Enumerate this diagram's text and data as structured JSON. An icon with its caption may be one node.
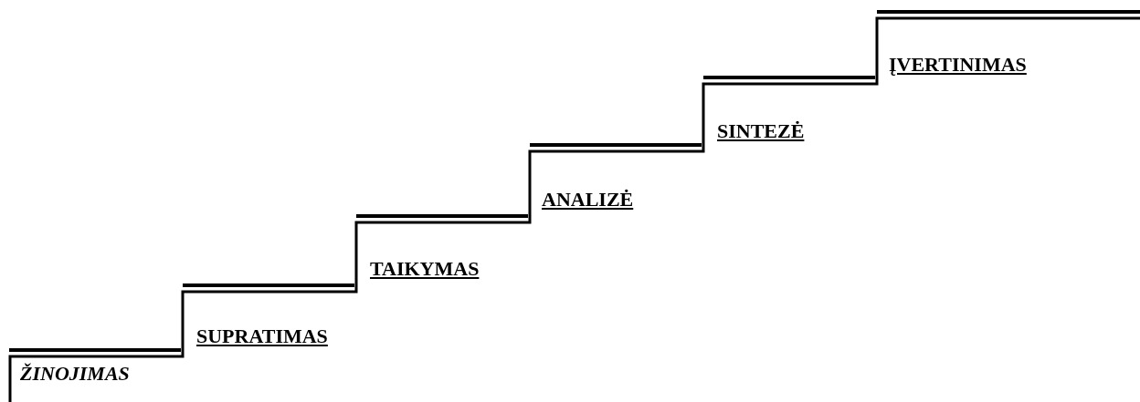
{
  "diagram": {
    "labels": [
      "ŽINOJIMAS",
      "SUPRATIMAS",
      "TAIKYMAS",
      "ANALIZĖ",
      "SINTEZĖ",
      "ĮVERTINIMAS"
    ]
  }
}
